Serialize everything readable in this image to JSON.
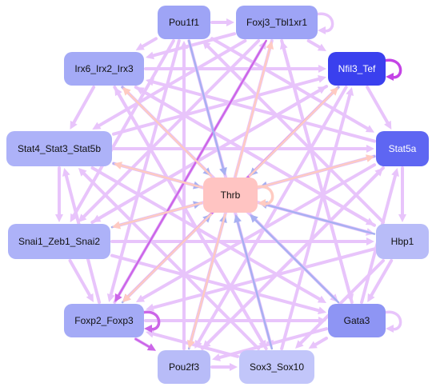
{
  "nodes": [
    {
      "id": "pou1f1",
      "label": "Pou1f1",
      "color": "#9ea4f6"
    },
    {
      "id": "foxj3",
      "label": "Foxj3_Tbl1xr1",
      "color": "#9ea4f6"
    },
    {
      "id": "irx",
      "label": "Irx6_Irx2_Irx3",
      "color": "#a4aaf6"
    },
    {
      "id": "nfil3",
      "label": "Nfil3_Tef",
      "color": "#3a40ee"
    },
    {
      "id": "stat4",
      "label": "Stat4_Stat3_Stat5b",
      "color": "#adb2f8"
    },
    {
      "id": "stat5a",
      "label": "Stat5a",
      "color": "#5e66f2"
    },
    {
      "id": "thrb",
      "label": "Thrb",
      "color": "#ffc4c2"
    },
    {
      "id": "snai1",
      "label": "Snai1_Zeb1_Snai2",
      "color": "#adb2f8"
    },
    {
      "id": "hbp1",
      "label": "Hbp1",
      "color": "#b8bcf8"
    },
    {
      "id": "foxp2",
      "label": "Foxp2_Foxp3",
      "color": "#a4aaf6"
    },
    {
      "id": "gata3",
      "label": "Gata3",
      "color": "#8e95f4"
    },
    {
      "id": "pou2f3",
      "label": "Pou2f3",
      "color": "#b8bcf8"
    },
    {
      "id": "sox3",
      "label": "Sox3_Sox10",
      "color": "#c2c6fa"
    }
  ],
  "edge_colors": {
    "default": "#e8c4fb",
    "strong": "#cc66e8",
    "blue": "#a8b0f2",
    "salmon": "#ffcbc2",
    "self_dark": "#c444e6"
  },
  "edges": [
    {
      "from": "pou1f1",
      "to": "foxj3",
      "color": "default"
    },
    {
      "from": "foxj3",
      "to": "nfil3",
      "color": "default"
    },
    {
      "from": "pou1f1",
      "to": "irx",
      "color": "default"
    },
    {
      "from": "foxj3",
      "to": "irx",
      "color": "default"
    },
    {
      "from": "irx",
      "to": "nfil3",
      "color": "default"
    },
    {
      "from": "irx",
      "to": "stat4",
      "color": "default"
    },
    {
      "from": "nfil3",
      "to": "stat5a",
      "color": "default"
    },
    {
      "from": "stat4",
      "to": "stat5a",
      "color": "default"
    },
    {
      "from": "stat4",
      "to": "snai1",
      "color": "default"
    },
    {
      "from": "stat5a",
      "to": "hbp1",
      "color": "default"
    },
    {
      "from": "snai1",
      "to": "hbp1",
      "color": "default"
    },
    {
      "from": "snai1",
      "to": "foxp2",
      "color": "default"
    },
    {
      "from": "hbp1",
      "to": "gata3",
      "color": "default"
    },
    {
      "from": "foxp2",
      "to": "gata3",
      "color": "default"
    },
    {
      "from": "foxp2",
      "to": "pou2f3",
      "color": "default"
    },
    {
      "from": "gata3",
      "to": "sox3",
      "color": "default"
    },
    {
      "from": "pou2f3",
      "to": "sox3",
      "color": "default"
    },
    {
      "from": "sox3",
      "to": "foxp2",
      "color": "default"
    },
    {
      "from": "pou1f1",
      "to": "sox3",
      "color": "default"
    },
    {
      "from": "foxj3",
      "to": "pou2f3",
      "color": "default"
    },
    {
      "from": "irx",
      "to": "gata3",
      "color": "default"
    },
    {
      "from": "nfil3",
      "to": "foxp2",
      "color": "default"
    },
    {
      "from": "stat4",
      "to": "hbp1",
      "color": "default"
    },
    {
      "from": "stat5a",
      "to": "snai1",
      "color": "default"
    },
    {
      "from": "irx",
      "to": "sox3",
      "color": "default"
    },
    {
      "from": "nfil3",
      "to": "pou2f3",
      "color": "default"
    },
    {
      "from": "stat4",
      "to": "gata3",
      "color": "default"
    },
    {
      "from": "stat5a",
      "to": "foxp2",
      "color": "default"
    },
    {
      "from": "snai1",
      "to": "nfil3",
      "color": "default"
    },
    {
      "from": "hbp1",
      "to": "irx",
      "color": "default"
    },
    {
      "from": "gata3",
      "to": "foxj3",
      "color": "default"
    },
    {
      "from": "foxp2",
      "to": "foxj3",
      "color": "default"
    },
    {
      "from": "pou2f3",
      "to": "pou1f1",
      "color": "default"
    },
    {
      "from": "sox3",
      "to": "stat4",
      "color": "default"
    },
    {
      "from": "pou1f1",
      "to": "stat5a",
      "color": "default"
    },
    {
      "from": "foxj3",
      "to": "stat4",
      "color": "default"
    },
    {
      "from": "irx",
      "to": "hbp1",
      "color": "default"
    },
    {
      "from": "nfil3",
      "to": "snai1",
      "color": "default"
    },
    {
      "from": "stat4",
      "to": "nfil3",
      "color": "default"
    },
    {
      "from": "stat5a",
      "to": "irx",
      "color": "default"
    },
    {
      "from": "snai1",
      "to": "gata3",
      "color": "default"
    },
    {
      "from": "hbp1",
      "to": "foxp2",
      "color": "default"
    },
    {
      "from": "gata3",
      "to": "pou2f3",
      "color": "default"
    },
    {
      "from": "sox3",
      "to": "nfil3",
      "color": "default"
    },
    {
      "from": "pou2f3",
      "to": "stat5a",
      "color": "default"
    },
    {
      "from": "foxp2",
      "to": "stat4",
      "color": "default"
    },
    {
      "from": "pou1f1",
      "to": "snai1",
      "color": "default"
    },
    {
      "from": "foxj3",
      "to": "gata3",
      "color": "default"
    },
    {
      "from": "hbp1",
      "to": "sox3",
      "color": "default"
    },
    {
      "from": "gata3",
      "to": "stat5a",
      "color": "default"
    },
    {
      "from": "pou1f1",
      "to": "foxp2",
      "color": "default"
    },
    {
      "from": "foxj3",
      "to": "snai1",
      "color": "default"
    },
    {
      "from": "stat5a",
      "to": "pou2f3",
      "color": "default"
    },
    {
      "from": "hbp1",
      "to": "pou1f1",
      "color": "default"
    },
    {
      "from": "sox3",
      "to": "irx",
      "color": "default"
    },
    {
      "from": "foxj3",
      "to": "foxp2",
      "color": "strong"
    },
    {
      "from": "nfil3",
      "to": "foxp2",
      "color": "strong"
    },
    {
      "from": "foxp2",
      "to": "pou2f3",
      "color": "strong"
    },
    {
      "from": "pou1f1",
      "to": "thrb",
      "color": "blue"
    },
    {
      "from": "nfil3",
      "to": "thrb",
      "color": "blue"
    },
    {
      "from": "stat5a",
      "to": "thrb",
      "color": "blue"
    },
    {
      "from": "hbp1",
      "to": "thrb",
      "color": "blue"
    },
    {
      "from": "gata3",
      "to": "thrb",
      "color": "blue"
    },
    {
      "from": "sox3",
      "to": "thrb",
      "color": "blue"
    },
    {
      "from": "stat4",
      "to": "thrb",
      "color": "blue"
    },
    {
      "from": "irx",
      "to": "thrb",
      "color": "blue"
    },
    {
      "from": "snai1",
      "to": "thrb",
      "color": "blue"
    },
    {
      "from": "foxp2",
      "to": "thrb",
      "color": "blue"
    },
    {
      "from": "pou2f3",
      "to": "thrb",
      "color": "blue"
    },
    {
      "from": "thrb",
      "to": "foxj3",
      "color": "salmon"
    },
    {
      "from": "thrb",
      "to": "nfil3",
      "color": "salmon"
    },
    {
      "from": "thrb",
      "to": "stat4",
      "color": "salmon"
    },
    {
      "from": "thrb",
      "to": "snai1",
      "color": "salmon"
    },
    {
      "from": "thrb",
      "to": "foxp2",
      "color": "salmon"
    },
    {
      "from": "thrb",
      "to": "stat5a",
      "color": "salmon"
    },
    {
      "from": "thrb",
      "to": "pou2f3",
      "color": "salmon"
    },
    {
      "from": "thrb",
      "to": "irx",
      "color": "salmon"
    }
  ],
  "self_loops": [
    {
      "node": "foxj3",
      "color": "default"
    },
    {
      "node": "nfil3",
      "color": "self_dark"
    },
    {
      "node": "thrb",
      "color": "salmon"
    },
    {
      "node": "foxp2",
      "color": "strong"
    },
    {
      "node": "gata3",
      "color": "default"
    }
  ]
}
